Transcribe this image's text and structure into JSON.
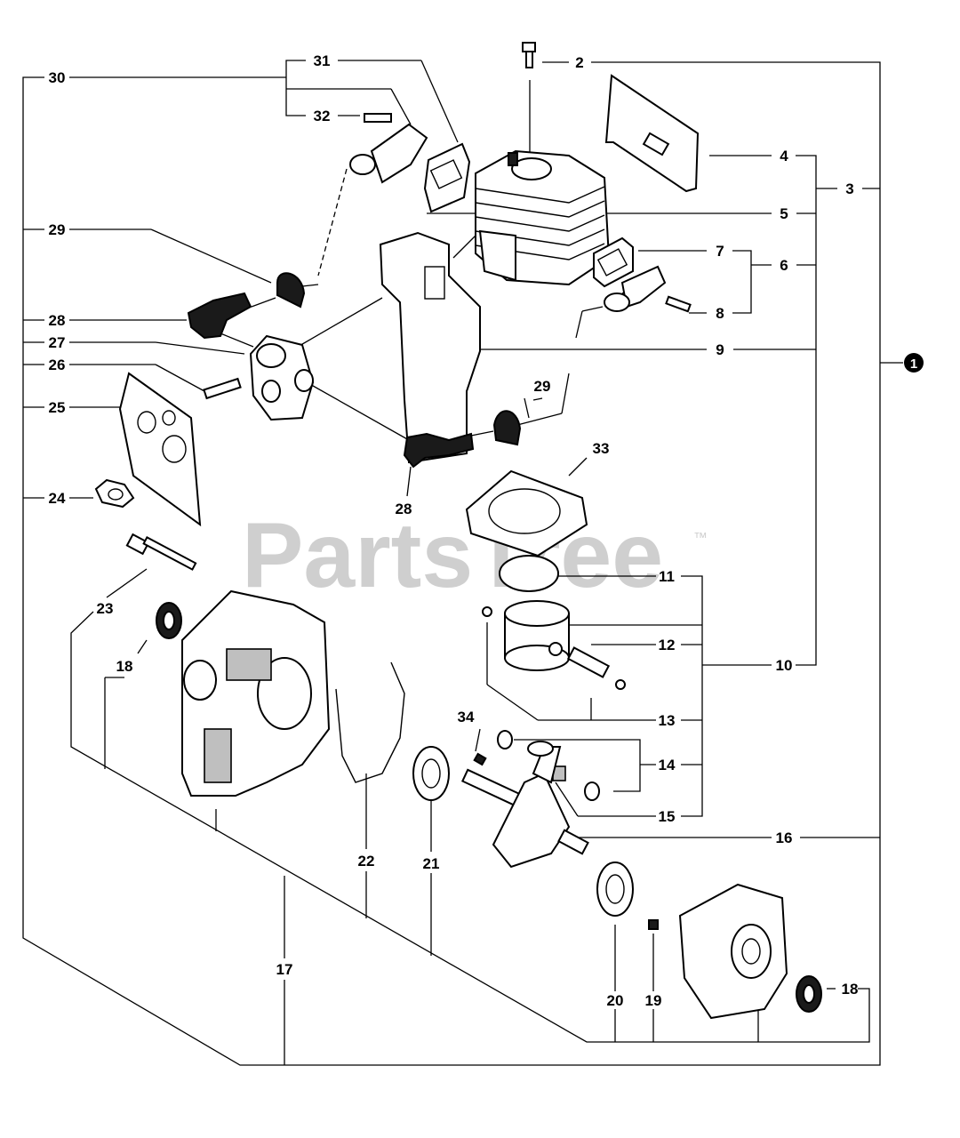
{
  "diagram": {
    "watermark": "PartsTree",
    "trademark": "™",
    "assembly_marker": "1",
    "callouts": {
      "c1": "1",
      "c2": "2",
      "c3": "3",
      "c4": "4",
      "c5": "5",
      "c6": "6",
      "c7": "7",
      "c8": "8",
      "c9": "9",
      "c10": "10",
      "c11": "11",
      "c12": "12",
      "c13": "13",
      "c14": "14",
      "c15": "15",
      "c16": "16",
      "c17": "17",
      "c18a": "18",
      "c18b": "18",
      "c19": "19",
      "c20": "20",
      "c21": "21",
      "c22": "22",
      "c23": "23",
      "c24": "24",
      "c25": "25",
      "c26": "26",
      "c27": "27",
      "c28a": "28",
      "c28b": "28",
      "c29a": "29",
      "c29b": "29",
      "c30": "30",
      "c31": "31",
      "c32": "32",
      "c33": "33",
      "c34": "34"
    }
  }
}
